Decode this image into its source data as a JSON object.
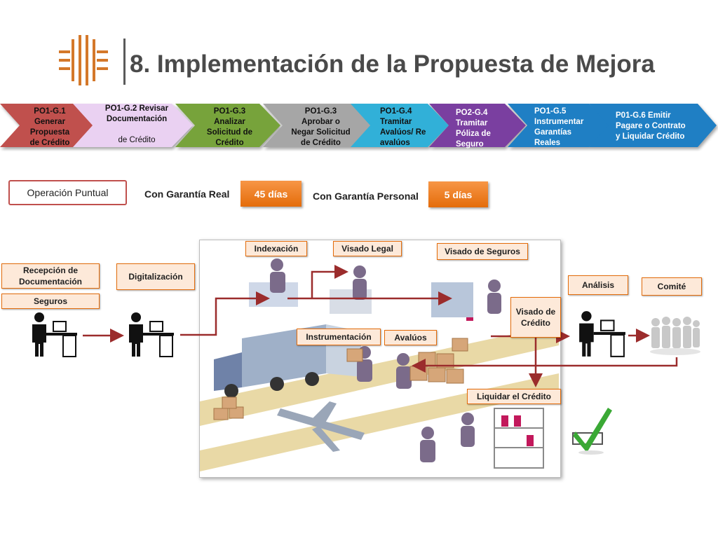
{
  "header": {
    "title": "8. Implementación de la Propuesta de Mejora",
    "logo_icon": "corporate-logo-icon",
    "logo_color": "#d4782a"
  },
  "process_steps": [
    {
      "lines": [
        "PO1-G.1",
        "Generar",
        "Propuesta",
        "de Crédito"
      ],
      "color": "#c0504d"
    },
    {
      "lines": [
        "PO1-G.2 Revisar",
        "Documentación",
        "",
        "de Crédito"
      ],
      "color": "#e8c4f0"
    },
    {
      "lines": [
        "PO1-G.3",
        "Analizar",
        "Solicitud de",
        "Crédito"
      ],
      "color": "#77a33b"
    },
    {
      "lines": [
        "PO1-G.3",
        "Aprobar o",
        "Negar Solicitud",
        "de Crédito"
      ],
      "color": "#a6a6a6"
    },
    {
      "lines": [
        "PO1-G.4",
        "Tramitar",
        "Avalúos/ Re",
        "avalúos"
      ],
      "color": "#31b0d8"
    },
    {
      "lines": [
        "PO2-G.4",
        "Tramitar",
        "Póliza de",
        "Seguro"
      ],
      "color": "#7a3fa0"
    },
    {
      "lines": [
        "PO1-G.5",
        "Instrumentar",
        "Garantías",
        "Reales"
      ],
      "color": "#1f7fc4"
    },
    {
      "lines": [
        "P01-G.6  Emitir",
        "Pagare o Contrato",
        "y Liquidar Crédito"
      ],
      "color": "#1f7fc4"
    }
  ],
  "summary": {
    "operation_label": "Operación Puntual",
    "real_guarantee_label": "Con Garantía Real",
    "real_guarantee_days": "45 días",
    "personal_guarantee_label": "Con Garantía Personal",
    "personal_guarantee_days": "5 días"
  },
  "flow_labels": {
    "reception": "Recepción de Documentación",
    "insurance": "Seguros",
    "digitization": "Digitalización",
    "indexing": "Indexación",
    "legal_review": "Visado Legal",
    "insurance_review": "Visado de Seguros",
    "credit_review": "Visado de Crédito",
    "instrumentation": "Instrumentación",
    "appraisals": "Avalúos",
    "settle_credit": "Liquidar el Crédito",
    "analysis": "Análisis",
    "committee": "Comité"
  },
  "colors": {
    "label_fill": "#fde9d9",
    "label_border": "#e46c0a",
    "flow_arrow": "#9b2c2c",
    "accent_orange": "#f79646",
    "check_green": "#3aa935"
  },
  "icons": [
    "office-worker-icon",
    "warehouse-illustration",
    "committee-people-icon",
    "green-check-icon"
  ]
}
